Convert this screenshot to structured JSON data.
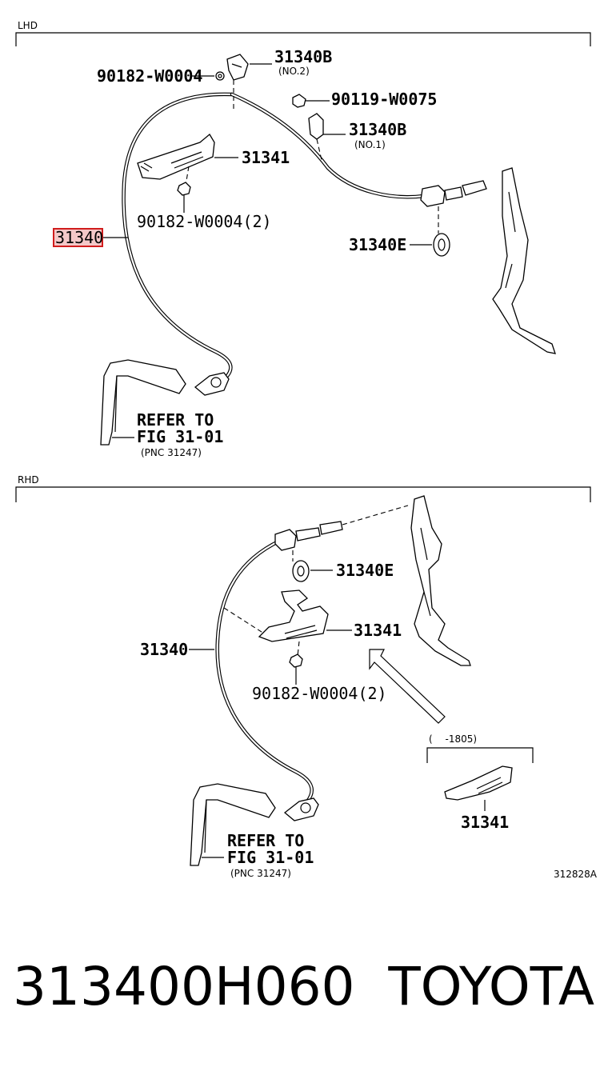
{
  "sections": {
    "lhd": "LHD",
    "rhd": "RHD"
  },
  "lhd_labels": {
    "bracket_no2_part": "31340B",
    "bracket_no2_note": "(NO.2)",
    "nut_top": "90182-W0004",
    "bolt": "90119-W0075",
    "bracket_no1_part": "31340B",
    "bracket_no1_note": "(NO.1)",
    "bracket": "31341",
    "nut_bracket": "90182-W0004(2)",
    "cable_highlighted": "31340",
    "grommet": "31340E",
    "refer_line1": "REFER TO",
    "refer_line2": "FIG 31-01",
    "refer_line3": "(PNC 31247)"
  },
  "rhd_labels": {
    "grommet": "31340E",
    "bracket": "31341",
    "cable": "31340",
    "nut_bracket": "90182-W0004(2)",
    "date_range": "(　 -1805)",
    "bracket_alt": "31341",
    "refer_line1": "REFER TO",
    "refer_line2": "FIG 31-01",
    "refer_line3": "(PNC 31247)"
  },
  "illustration_code": "312828A",
  "footer": {
    "part_number": "313400H060",
    "brand": "TOYOTA"
  },
  "colors": {
    "highlight_fill": "#f4c8c8",
    "highlight_border": "#d11d1d"
  }
}
